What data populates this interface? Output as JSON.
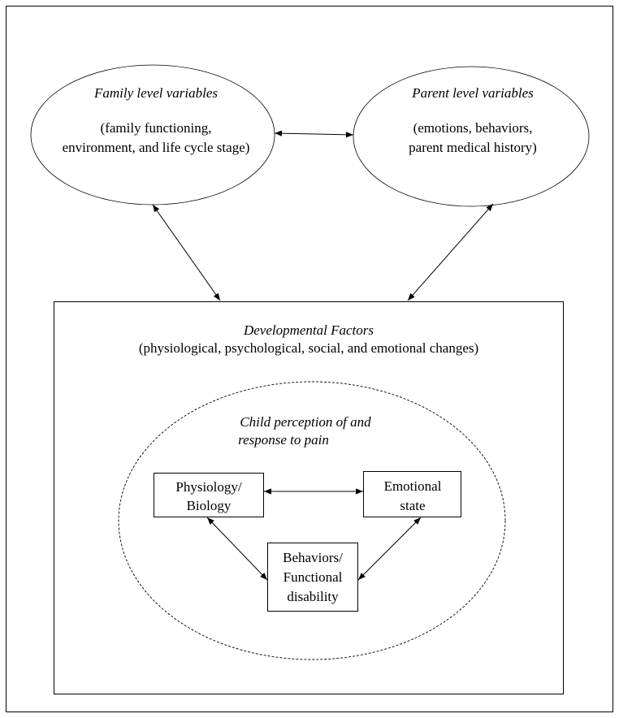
{
  "family": {
    "title": "Family level variables",
    "line1": "(family functioning,",
    "line2": "environment, and life cycle stage)"
  },
  "parent": {
    "title": "Parent level variables",
    "line1": "(emotions, behaviors,",
    "line2": "parent medical history)"
  },
  "developmental": {
    "title": "Developmental Factors",
    "subtitle": "(physiological, psychological, social, and emotional  changes)"
  },
  "child": {
    "title_line1": "Child perception of and",
    "title_line2": "response to pain"
  },
  "boxes": {
    "physiology": {
      "line1": "Physiology/",
      "line2": "Biology"
    },
    "emotional": {
      "line1": "Emotional",
      "line2": "state"
    },
    "behaviors": {
      "line1": "Behaviors/",
      "line2": "Functional",
      "line3": "disability"
    }
  }
}
